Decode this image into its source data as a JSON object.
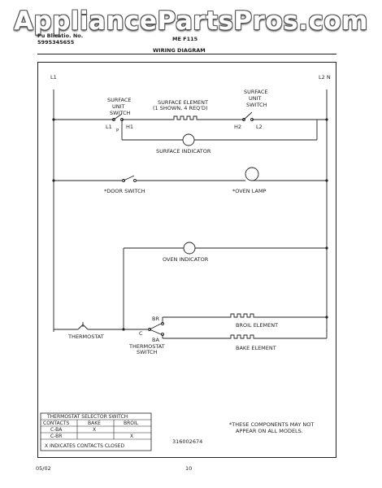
{
  "watermark": "AppliancePartsPros.com",
  "header": {
    "left_line1": "Pu Blicatio. No.",
    "left_line2": "5995345655",
    "center_line1": "ME F115",
    "title": "WIRING DIAGRAM"
  },
  "diagram": {
    "l1": "L1",
    "l2n": "L2 N",
    "surface_switch_left": "SURFACE\nUNIT\nSWITCH",
    "surface_switch_right": "SURFACE\nUNIT\nSWITCH",
    "surface_element": "SURFACE ELEMENT\n(1 SHOWN, 4 REQ'D)",
    "sw_l1": "L1",
    "sw_p": "P",
    "sw_h1": "H1",
    "sw_h2": "H2",
    "sw_l2": "L2",
    "surface_indicator": "SURFACE INDICATOR",
    "door_switch": "*DOOR SWITCH",
    "oven_lamp": "*OVEN LAMP",
    "oven_indicator": "OVEN INDICATOR",
    "br": "BR",
    "c": "C",
    "ba": "BA",
    "thermostat": "THERMOSTAT",
    "thermostat_switch": "THERMOSTAT\nSWITCH",
    "broil_element": "BROIL ELEMENT",
    "bake_element": "BAKE ELEMENT",
    "note": "*THESE COMPONENTS MAY NOT\nAPPEAR ON ALL MODELS.",
    "part_number": "316002674"
  },
  "selector_table": {
    "title": "THERMOSTAT SELECTOR SWITCH",
    "headers": [
      "CONTACTS",
      "BAKE",
      "BROIL"
    ],
    "rows": [
      [
        "C-BA",
        "X",
        ""
      ],
      [
        "C-BR",
        "",
        "X"
      ]
    ],
    "footnote": "X INDICATES CONTACTS CLOSED"
  },
  "footer": {
    "date": "05/02",
    "page": "10"
  }
}
